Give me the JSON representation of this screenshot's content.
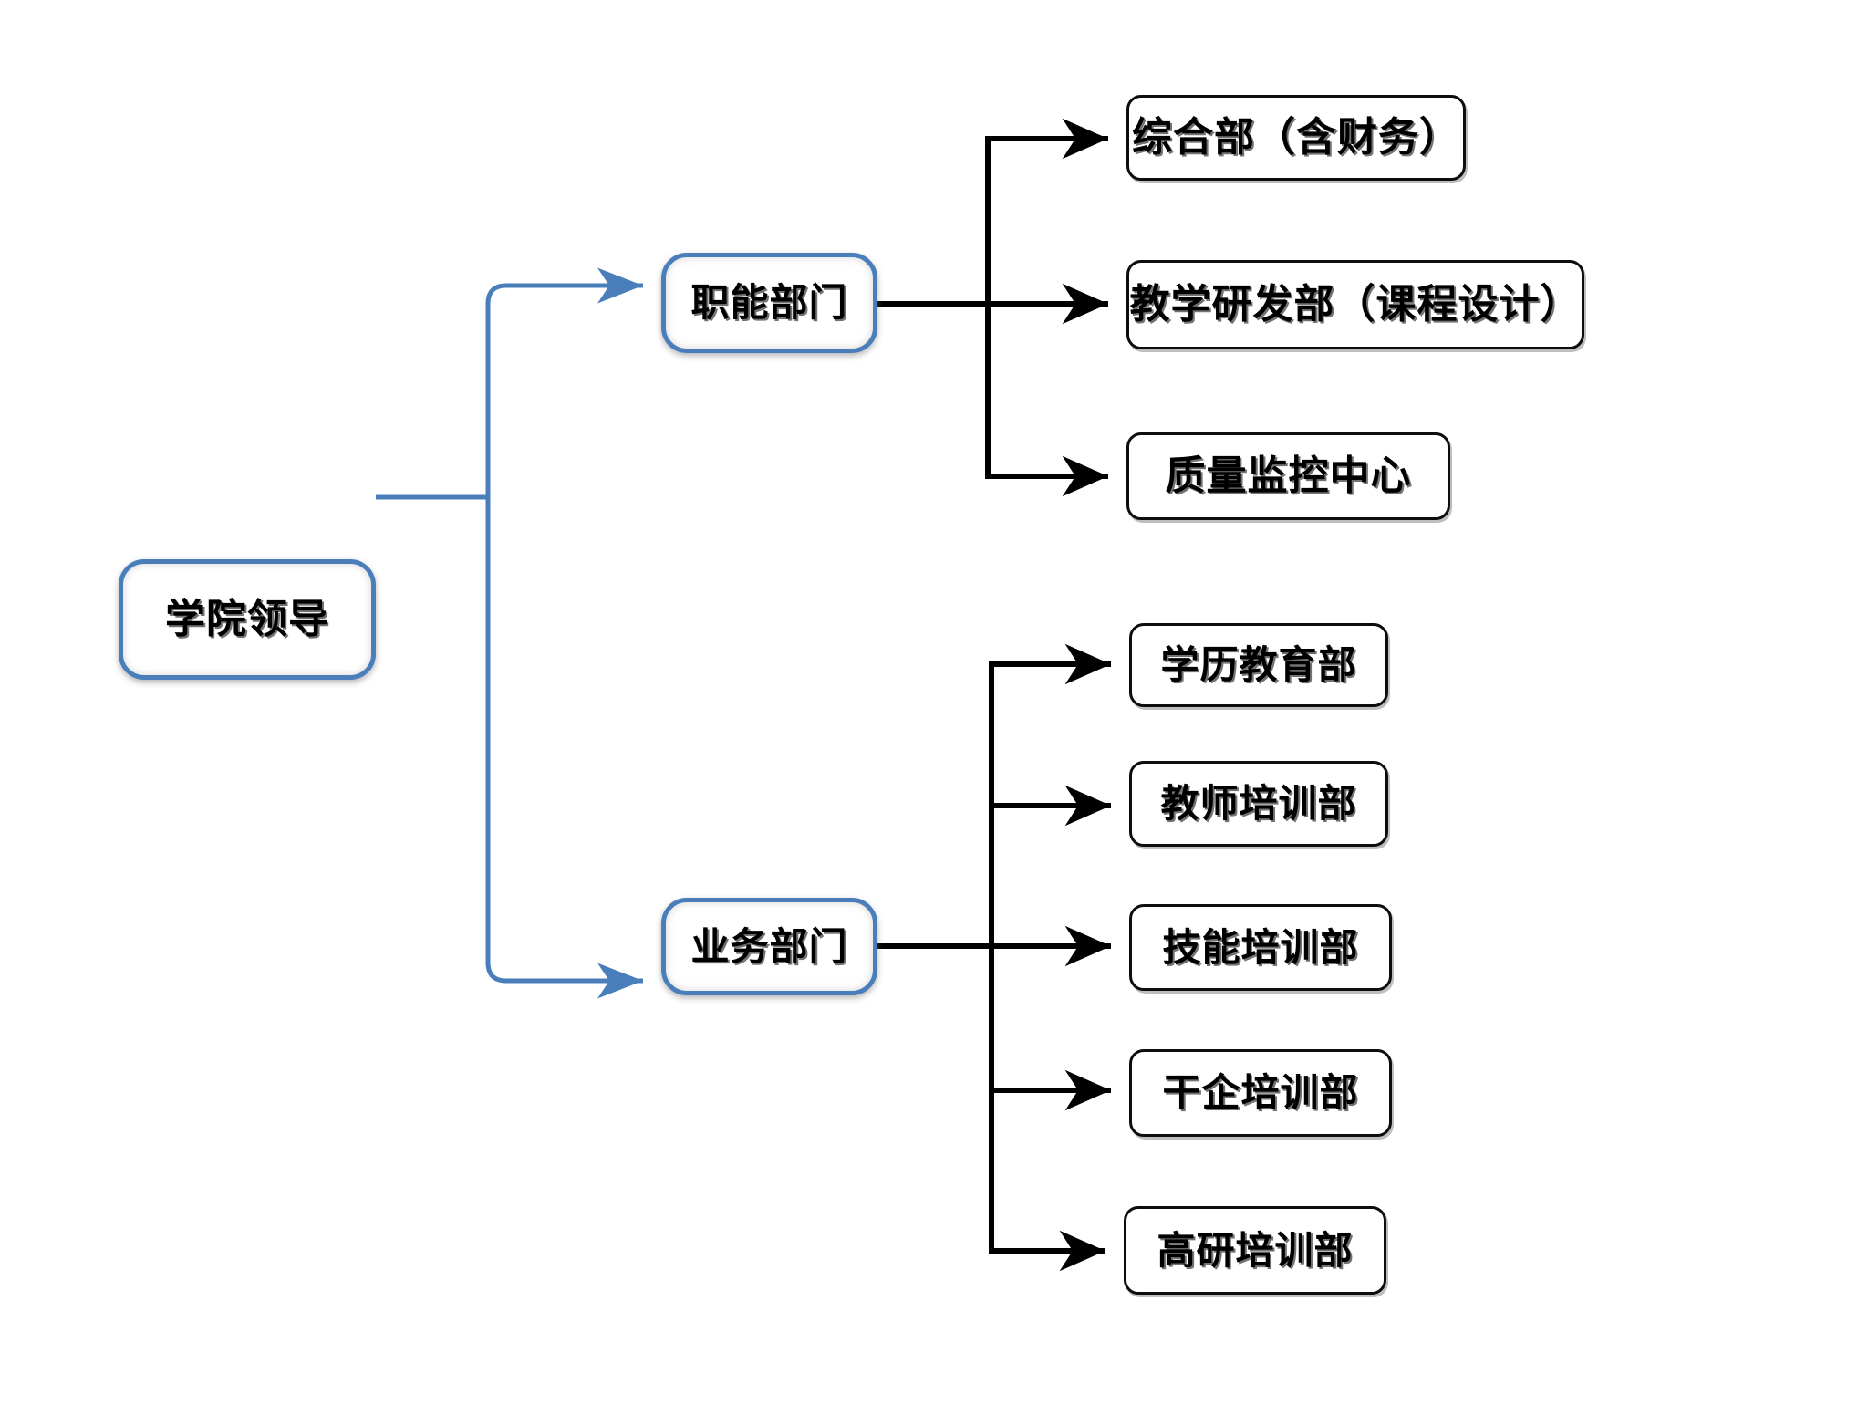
{
  "diagram": {
    "type": "organization-chart",
    "title": "",
    "colors": {
      "blue_accent": "#4A7EBB",
      "black_line": "#000000",
      "node_fill": "#FFFFFF",
      "text": "#000000",
      "background": "#FFFFFF"
    },
    "root": {
      "id": "root",
      "label": "学院领导",
      "style": "blue"
    },
    "groups": [
      {
        "id": "functional",
        "label": "职能部门",
        "style": "blue",
        "children": [
          {
            "id": "general-affairs",
            "label": "综合部（含财务）",
            "style": "black"
          },
          {
            "id": "teaching-rnd",
            "label": "教学研发部（课程设计）",
            "style": "black"
          },
          {
            "id": "quality-control",
            "label": "质量监控中心",
            "style": "black"
          }
        ]
      },
      {
        "id": "business",
        "label": "业务部门",
        "style": "blue",
        "children": [
          {
            "id": "degree-education",
            "label": "学历教育部",
            "style": "black"
          },
          {
            "id": "teacher-training",
            "label": "教师培训部",
            "style": "black"
          },
          {
            "id": "skills-training",
            "label": "技能培训部",
            "style": "black"
          },
          {
            "id": "cadre-training",
            "label": "干企培训部",
            "style": "black"
          },
          {
            "id": "advanced-training",
            "label": "高研培训部",
            "style": "black"
          }
        ]
      }
    ],
    "connectors": [
      {
        "from": "root",
        "to": "functional",
        "color": "#4A7EBB",
        "arrow": true
      },
      {
        "from": "root",
        "to": "business",
        "color": "#4A7EBB",
        "arrow": true
      },
      {
        "from": "functional",
        "to": "general-affairs",
        "color": "#000000",
        "arrow": true
      },
      {
        "from": "functional",
        "to": "teaching-rnd",
        "color": "#000000",
        "arrow": true
      },
      {
        "from": "functional",
        "to": "quality-control",
        "color": "#000000",
        "arrow": true
      },
      {
        "from": "business",
        "to": "degree-education",
        "color": "#000000",
        "arrow": true
      },
      {
        "from": "business",
        "to": "teacher-training",
        "color": "#000000",
        "arrow": true
      },
      {
        "from": "business",
        "to": "skills-training",
        "color": "#000000",
        "arrow": true
      },
      {
        "from": "business",
        "to": "cadre-training",
        "color": "#000000",
        "arrow": true
      },
      {
        "from": "business",
        "to": "advanced-training",
        "color": "#000000",
        "arrow": true
      }
    ]
  }
}
